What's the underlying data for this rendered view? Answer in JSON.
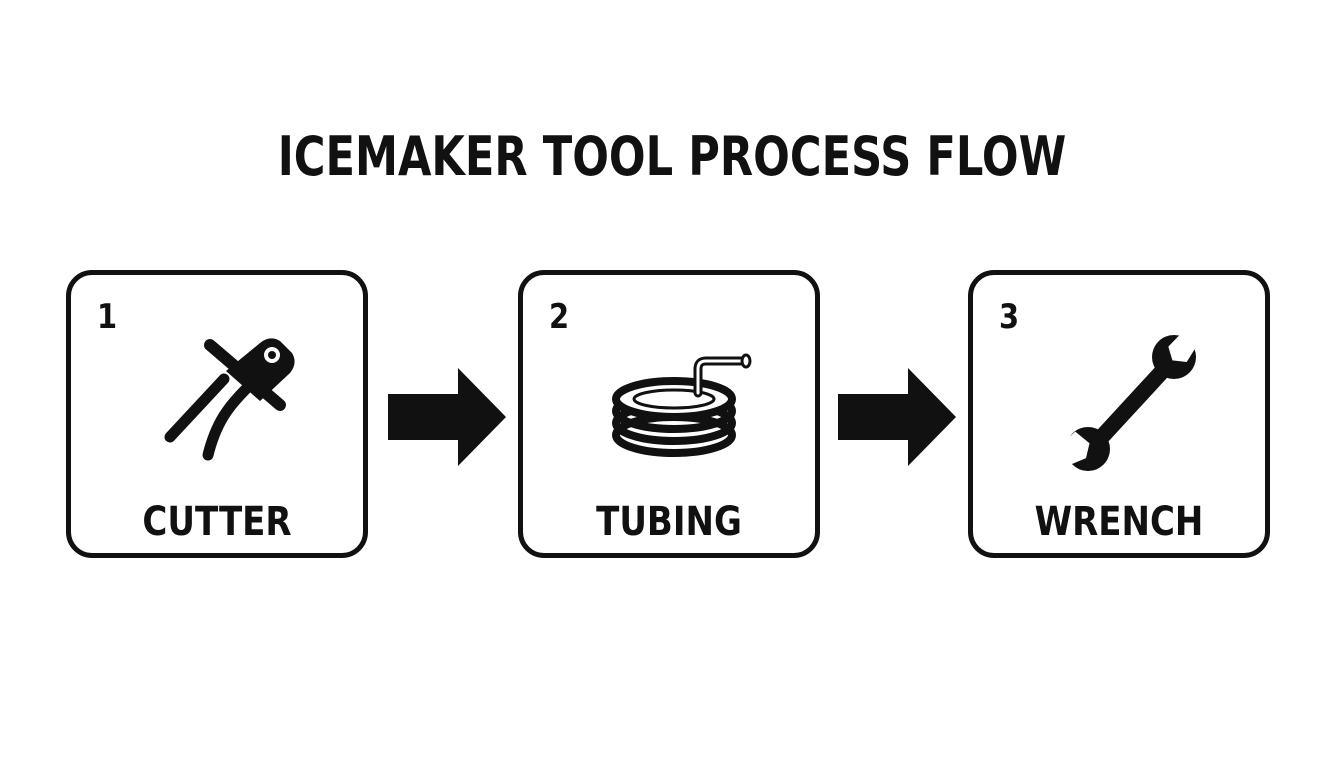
{
  "title": "ICEMAKER TOOL PROCESS FLOW",
  "steps": [
    {
      "number": "1",
      "label": "CUTTER",
      "icon": "pipe-cutter-icon"
    },
    {
      "number": "2",
      "label": "TUBING",
      "icon": "coiled-tubing-icon"
    },
    {
      "number": "3",
      "label": "WRENCH",
      "icon": "wrench-icon"
    }
  ],
  "colors": {
    "ink": "#111111",
    "background": "#ffffff"
  }
}
